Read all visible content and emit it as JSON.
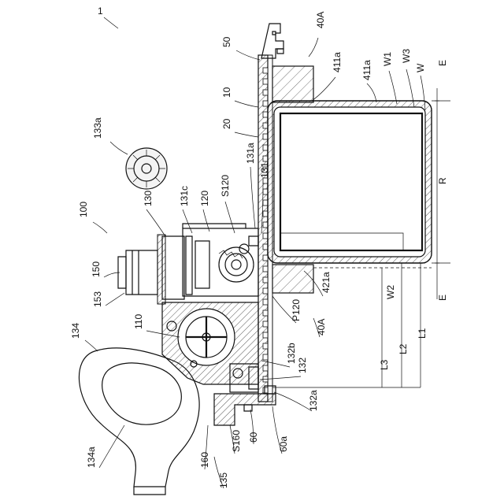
{
  "figure": {
    "labels": {
      "l1": "1",
      "l40A_top": "40A",
      "l50": "50",
      "l411a_a": "411a",
      "l411a_b": "411a",
      "lW1": "W1",
      "lW3": "W3",
      "lW": "W",
      "lE_top": "E",
      "l10": "10",
      "l20": "20",
      "l133a": "133a",
      "l131a": "131a",
      "l131": "131",
      "lS120": "S120",
      "l120": "120",
      "l131c": "131c",
      "l130": "130",
      "l100": "100",
      "lR": "R",
      "l150": "150",
      "l153": "153",
      "l421a": "421a",
      "lW2": "W2",
      "lE_bottom": "E",
      "lP120": "P120",
      "l40A_bottom": "40A",
      "l110": "110",
      "l134": "134",
      "l132b": "132b",
      "l132": "132",
      "lL3": "L3",
      "lL2": "L2",
      "lL1": "L1",
      "l132a": "132a",
      "l134a": "134a",
      "l160": "160",
      "lS160": "S160",
      "l60": "60",
      "l60a": "60a",
      "l135": "135"
    }
  }
}
